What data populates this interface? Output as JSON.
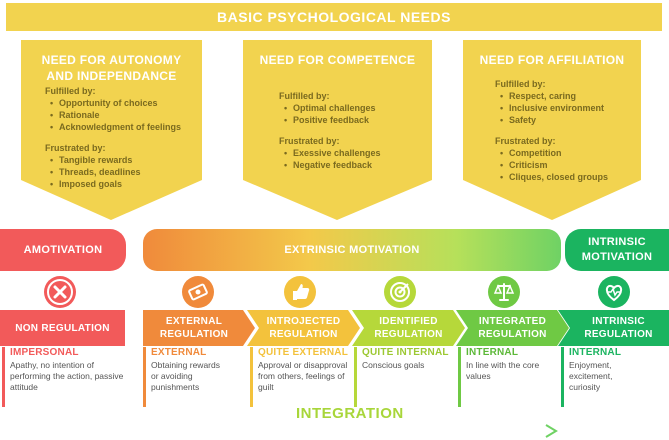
{
  "banner": {
    "title": "BASIC PSYCHOLOGICAL NEEDS"
  },
  "needs": [
    {
      "title": "NEED FOR AUTONOMY AND INDEPENDANCE",
      "fulfilled_label": "Fulfilled by:",
      "fulfilled": [
        "Opportunity of choices",
        "Rationale",
        "Acknowledgment of feelings"
      ],
      "frustrated_label": "Frustrated by:",
      "frustrated": [
        "Tangible rewards",
        "Threads, deadlines",
        "Imposed goals"
      ]
    },
    {
      "title": "NEED FOR COMPETENCE",
      "fulfilled_label": "Fulfilled by:",
      "fulfilled": [
        "Optimal challenges",
        "Positive feedback"
      ],
      "frustrated_label": "Frustrated by:",
      "frustrated": [
        "Exessive challenges",
        "Negative feedback"
      ]
    },
    {
      "title": "NEED FOR AFFILIATION",
      "fulfilled_label": "Fulfilled by:",
      "fulfilled": [
        "Respect, caring",
        "Inclusive environment",
        "Safety"
      ],
      "frustrated_label": "Frustrated by:",
      "frustrated": [
        "Competition",
        "Criticism",
        "Cliques, closed groups"
      ]
    }
  ],
  "motivation": {
    "amotivation": "AMOTIVATION",
    "extrinsic": "EXTRINSIC MOTIVATION",
    "intrinsic": "INTRINSIC MOTIVATION"
  },
  "stages": [
    {
      "label": "NON REGULATION",
      "heading": "IMPERSONAL",
      "text": "Apathy, no intention of performing the action, passive attitude",
      "color": "#f25a5a",
      "icon": "x-icon"
    },
    {
      "label": "EXTERNAL REGULATION",
      "heading": "EXTERNAL",
      "text": "Obtaining rewards or avoiding punishments",
      "color": "#f08a3b",
      "icon": "money-icon"
    },
    {
      "label": "INTROJECTED REGULATION",
      "heading": "QUITE EXTERNAL",
      "text": "Approval or disapproval from others, feelings of guilt",
      "color": "#f3c23c",
      "icon": "thumbs-up-icon"
    },
    {
      "label": "IDENTIFIED REGULATION",
      "heading": "QUITE INTERNAL",
      "text": "Conscious goals",
      "color": "#b6d83a",
      "icon": "target-icon"
    },
    {
      "label": "INTEGRATED REGULATION",
      "heading": "INTERNAL",
      "text": "In line with the core values",
      "color": "#6fc944",
      "icon": "scales-icon"
    },
    {
      "label": "INTRINSIC REGULATION",
      "heading": "INTERNAL",
      "text": "Enjoyment, excitement, curiosity",
      "color": "#1bb460",
      "icon": "heart-pulse-icon"
    }
  ],
  "integration": {
    "label": "INTEGRATION"
  }
}
